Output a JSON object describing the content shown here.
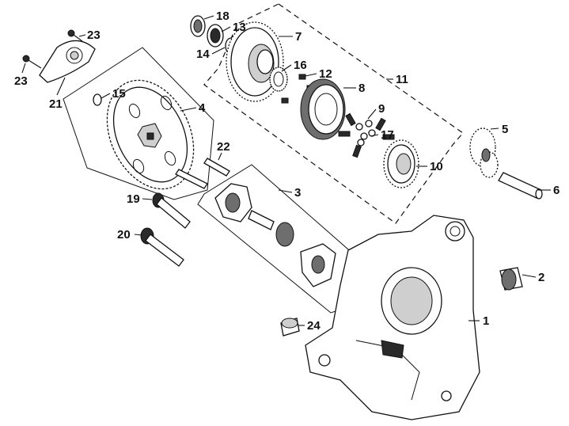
{
  "diagram": {
    "callouts": [
      {
        "id": "p1",
        "label": "1"
      },
      {
        "id": "p2",
        "label": "2"
      },
      {
        "id": "p3",
        "label": "3"
      },
      {
        "id": "p4",
        "label": "4"
      },
      {
        "id": "p5",
        "label": "5"
      },
      {
        "id": "p6",
        "label": "6"
      },
      {
        "id": "p7",
        "label": "7"
      },
      {
        "id": "p8",
        "label": "8"
      },
      {
        "id": "p9",
        "label": "9"
      },
      {
        "id": "p10",
        "label": "10"
      },
      {
        "id": "p11",
        "label": "11"
      },
      {
        "id": "p12",
        "label": "12"
      },
      {
        "id": "p13",
        "label": "13"
      },
      {
        "id": "p14",
        "label": "14"
      },
      {
        "id": "p15",
        "label": "15"
      },
      {
        "id": "p16",
        "label": "16"
      },
      {
        "id": "p17",
        "label": "17"
      },
      {
        "id": "p18",
        "label": "18"
      },
      {
        "id": "p19",
        "label": "19"
      },
      {
        "id": "p20",
        "label": "20"
      },
      {
        "id": "p21",
        "label": "21"
      },
      {
        "id": "p22",
        "label": "22"
      },
      {
        "id": "p23a",
        "label": "23"
      },
      {
        "id": "p23b",
        "label": "23"
      },
      {
        "id": "p24",
        "label": "24"
      }
    ],
    "colors": {
      "ink": "#111111",
      "metal": "#6e6e6e",
      "background": "#ffffff"
    }
  }
}
